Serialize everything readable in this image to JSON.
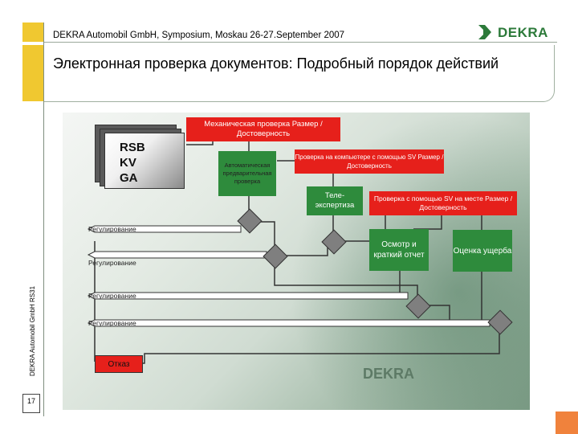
{
  "header": {
    "event": "DEKRA Automobil GmbH, Symposium, Moskau 26-27.September 2007",
    "logo": "DEKRA",
    "title": "Электронная проверка документов: Подробный порядок действий",
    "side_label": "DEKRA Automobil GmbH RS31",
    "page_number": "17"
  },
  "diagram": {
    "stack_label": "RSB\nKV\nGA",
    "mech_check": "Механическая проверка Размер / Достоверность",
    "auto_check": "Автоматическая предварительная проверка",
    "computer_check": "Проверка на компьютере с помощью SV Размер / Достоверность",
    "tele_expert": "Теле-экспертиза",
    "onsite_check": "Проверка с помощью SV на месте Размер / Достоверность",
    "inspection": "Осмотр и краткий отчет",
    "damage_estimate": "Оценка ущерба",
    "regulation_1": "Регулирование",
    "regulation_2": "Регулирование",
    "regulation_3": "Регулирование",
    "regulation_4": "Регулирование",
    "refusal": "Отказ",
    "bg_logo": "DEKRA"
  },
  "colors": {
    "accent_yellow": "#f0c830",
    "box_green": "#2e8b3c",
    "box_red": "#e6201b",
    "accent_orange": "#f0823c"
  }
}
